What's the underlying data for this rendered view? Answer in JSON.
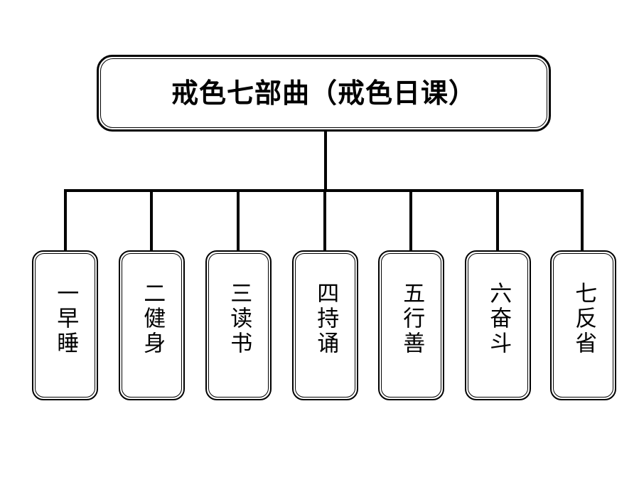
{
  "diagram": {
    "title": "戒色七部曲（戒色日课）",
    "orientation": "top-down-tree",
    "background_color": "#ffffff",
    "line_color": "#000000",
    "box_fill": "#ffffff",
    "box_border_color": "#000000",
    "box_border_style": "double-line rounded rectangle",
    "root": {
      "label": "戒色七部曲（戒色日课）",
      "shape": "rounded-rectangle-double-border"
    },
    "nodes": [
      {
        "index": "1",
        "numeral": "一",
        "name": "早睡",
        "label": "一早睡"
      },
      {
        "index": "2",
        "numeral": "二",
        "name": "健身",
        "label": "二健身"
      },
      {
        "index": "3",
        "numeral": "三",
        "name": "读书",
        "label": "三读书"
      },
      {
        "index": "4",
        "numeral": "四",
        "name": "持诵",
        "label": "四持诵"
      },
      {
        "index": "5",
        "numeral": "五",
        "name": "行善",
        "label": "五行善"
      },
      {
        "index": "6",
        "numeral": "六",
        "name": "奋斗",
        "label": "六奋斗"
      },
      {
        "index": "7",
        "numeral": "七",
        "name": "反省",
        "label": "七反省"
      }
    ]
  }
}
